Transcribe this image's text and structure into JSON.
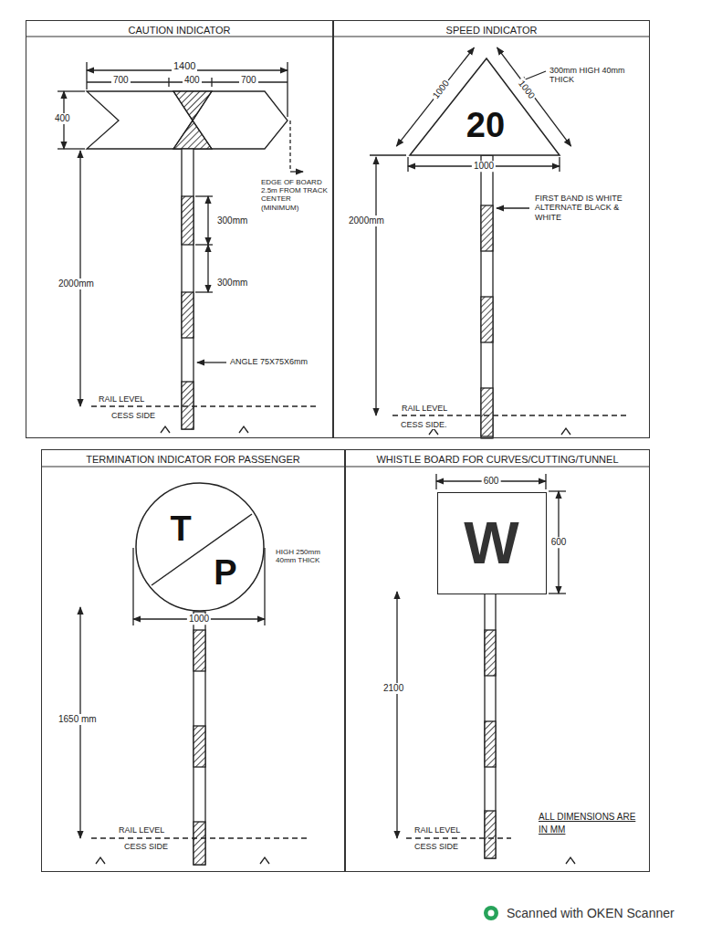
{
  "diagram": {
    "nodes": [
      {
        "text": [
          "CAUTION INDICATOR"
        ]
      },
      {
        "text": [
          "SPEED INDICATOR"
        ]
      },
      {
        "text": [
          "20"
        ],
        "in": 1
      },
      {
        "text": [
          "TERMINATION INDICATOR FOR PASSENGER"
        ]
      },
      {
        "text": [
          "T",
          "P"
        ],
        "in": 3
      },
      {
        "text": [
          "WHISTLE BOARD FOR CURVES/CUTTING/TUNNEL"
        ]
      },
      {
        "text": [
          "W"
        ],
        "in": 5
      }
    ],
    "labels": [
      "1400",
      "700",
      "400",
      "700",
      "400",
      "2000mm",
      "EDGE OF BOARD 2.5m FROM TRACK CENTER (MINIMUM)",
      "300mm",
      "300mm",
      "ANGLE 75X75X6mm",
      "RAIL LEVEL",
      "CESS SIDE",
      "1000",
      "1000",
      "300mm HIGH 40mm THICK",
      "1000",
      "FIRST BAND IS WHITE ALTERNATE BLACK & WHITE",
      "2000mm",
      "RAIL LEVEL",
      "CESS SIDE.",
      "HIGH 250mm 40mm THICK",
      "1000",
      "1650 mm",
      "RAIL LEVEL",
      "CESS SIDE",
      "600",
      "600",
      "2100",
      "RAIL LEVEL",
      "CESS SIDE",
      "ALL DIMENSIONS ARE IN MM",
      "Scanned with OKEN Scanner"
    ]
  }
}
